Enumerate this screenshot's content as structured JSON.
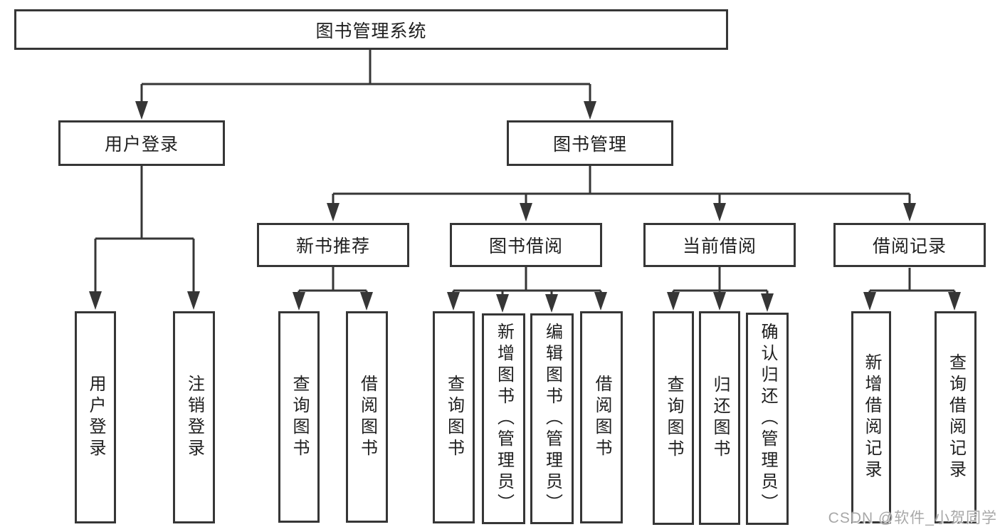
{
  "diagram": {
    "root": {
      "label": "图书管理系统"
    },
    "level2": [
      {
        "label": "用户登录"
      },
      {
        "label": "图书管理"
      }
    ],
    "level3": [
      {
        "label": "新书推荐"
      },
      {
        "label": "图书借阅"
      },
      {
        "label": "当前借阅"
      },
      {
        "label": "借阅记录"
      }
    ],
    "leaves": {
      "user_login": [
        "用户登录",
        "注销登录"
      ],
      "new_book": [
        "查询图书",
        "借阅图书"
      ],
      "book_borrow": [
        "查询图书",
        "新增图书（管理员）",
        "编辑图书（管理员）",
        "借阅图书"
      ],
      "current_borrow": [
        "查询图书",
        "归还图书",
        "确认归还（管理员）"
      ],
      "borrow_record": [
        "新增借阅记录",
        "查询借阅记录"
      ]
    }
  },
  "watermark": {
    "text": "CSDN @软件_小贺同学",
    "color": "#a8a8a8"
  },
  "colors": {
    "line": "#363636",
    "text": "#1f1f1f",
    "background": "#ffffff"
  }
}
